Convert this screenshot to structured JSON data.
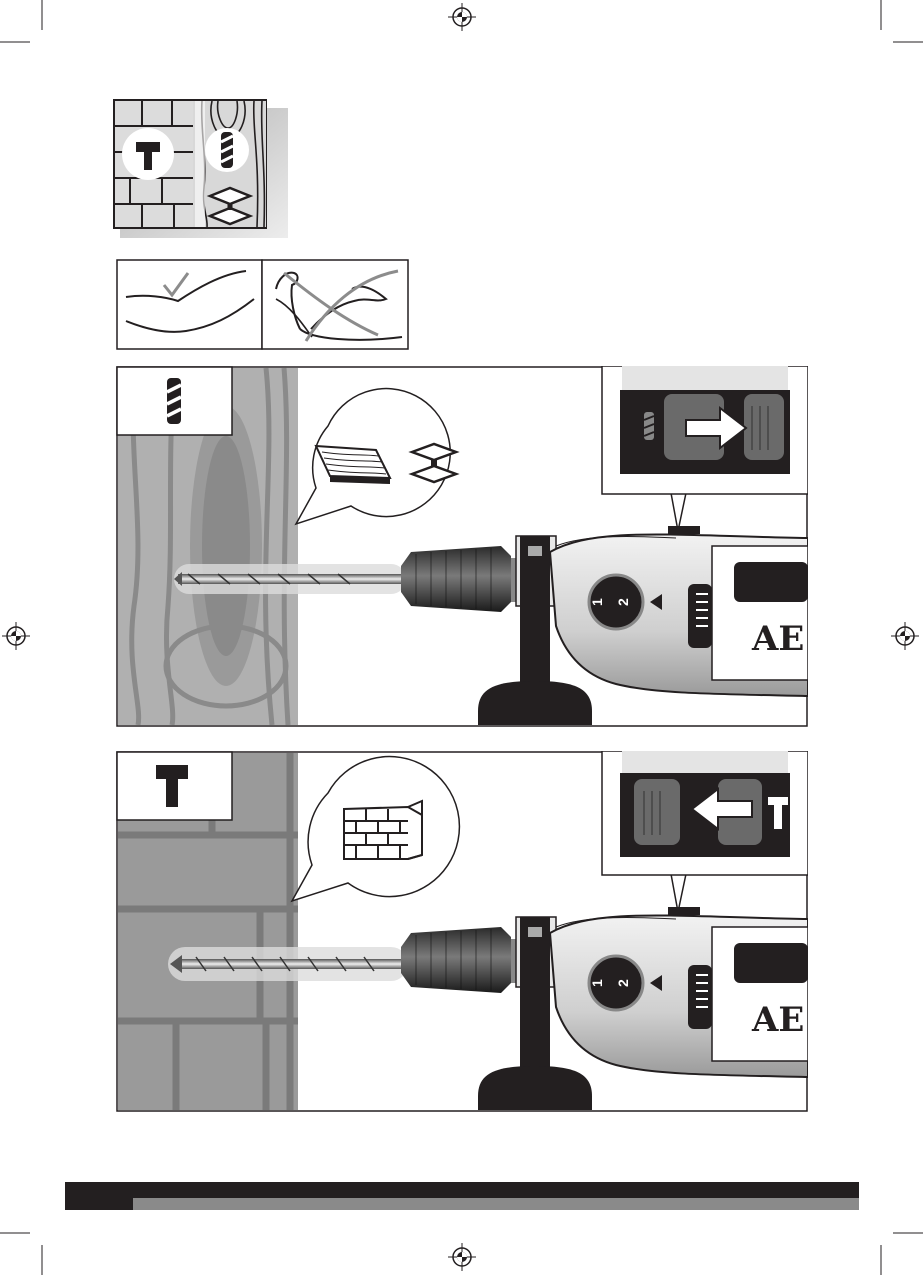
{
  "labels": {
    "brand": "AEG",
    "brand_visible": "AE",
    "dial_one": "1",
    "dial_two": "2"
  },
  "icons": {
    "hammer": "hammer-icon",
    "drill_bit": "drill-bit-icon",
    "steel_beam": "steel-beam-icon",
    "wood_board": "wood-board-icon",
    "brick_wall": "brick-wall-icon",
    "registration_mark": "registration-mark-icon",
    "check": "check-icon",
    "cross": "cross-icon",
    "arrow_right": "arrow-right-icon",
    "arrow_left": "arrow-left-icon"
  },
  "colors": {
    "dark": "#231f20",
    "mid_gray": "#8c8c8c",
    "light_gray": "#c4c4c4",
    "footer_bar": "#231f20",
    "footer_stripe": "#8a8a8a"
  }
}
